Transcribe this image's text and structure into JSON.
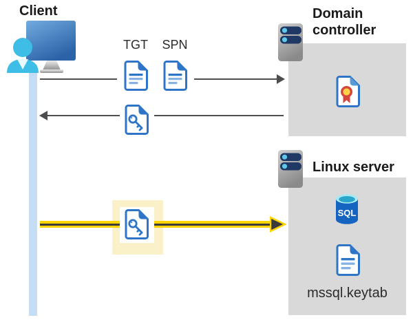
{
  "client": {
    "label": "Client"
  },
  "ticket_labels": {
    "tgt": "TGT",
    "spn": "SPN"
  },
  "domain_controller": {
    "label": "Domain controller"
  },
  "linux_server": {
    "label": "Linux server",
    "sql_label": "SQL",
    "keytab_label": "mssql.keytab"
  },
  "arrows": {
    "ticket_request": "client-to-domain-controller",
    "ticket_response": "domain-controller-to-client",
    "auth_to_sql": "client-to-linux-server-highlighted-yellow"
  },
  "icons": {
    "client": "person-at-monitor-icon",
    "domain_controller": "server-icon",
    "linux_server": "server-icon",
    "tgt": "document-icon",
    "spn": "document-icon",
    "service_ticket": "key-document-icon",
    "auth_ticket": "key-document-icon",
    "certificate": "certificate-icon",
    "sql": "sql-database-icon",
    "keytab": "document-icon"
  },
  "colors": {
    "doc_blue": "#2E75C8",
    "doc_blue_light": "#85B2E3",
    "timeline_blue": "#C5DCF6",
    "box_gray": "#D9D9D9",
    "highlight_yellow": "#FAF1C9",
    "arrow_yellow": "#FFD400",
    "arrow_dark": "#3B3B3B",
    "line_gray": "#4D4D4D",
    "server_navy": "#1F3864",
    "server_cyan": "#5FC8EA",
    "sql_blue": "#1565C0",
    "sql_rim": "#A9E9F5",
    "sql_inner": "#2BA6CB",
    "cert_gold": "#FFD24A",
    "cert_red": "#D5473C",
    "person_cyan": "#3EBEE6",
    "text_dark": "#1A1A1A",
    "label_gray": "#2B2B2B"
  }
}
